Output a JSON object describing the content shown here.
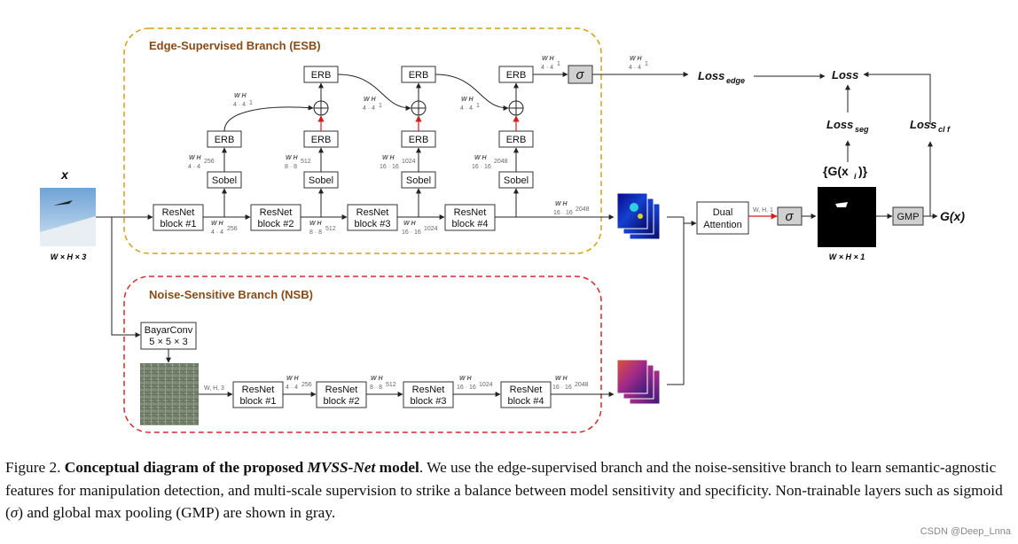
{
  "esb": {
    "title": "Edge-Supervised Branch (ESB)"
  },
  "nsb": {
    "title": "Noise-Sensitive Branch (NSB)"
  },
  "input": {
    "label": "x",
    "size_label": "W × H × 3"
  },
  "blocks": {
    "resnet_line1": "ResNet",
    "b1": "block #1",
    "b2": "block #2",
    "b3": "block #3",
    "b4": "block #4",
    "sobel": "Sobel",
    "erb": "ERB",
    "bayar_line1": "BayarConv",
    "bayar_line2": "5 × 5 × 3",
    "dual_line1": "Dual",
    "dual_line2": "Attention",
    "gmp": "GMP",
    "sigma": "σ"
  },
  "dims": {
    "wh4": "W H",
    "frac4": "4 · 4",
    "c256": "256",
    "frac8": "8 · 8",
    "c512": "512",
    "frac16": "16 · 16",
    "c1024": "1024",
    "c2048": "2048",
    "c1": "1",
    "whc3": "W, H, 3",
    "whc1": "W, H, 1"
  },
  "losses": {
    "loss": "Loss",
    "loss_base": "Loss",
    "edge": "edge",
    "seg": "seg",
    "clf": "cl f"
  },
  "outputs": {
    "gx_set": "{G(x",
    "gx_set_sub": "i",
    "gx_set_end": ")}",
    "gx": "G(x)",
    "mask_size": "W × H × 1"
  },
  "caption": {
    "prefix": "Figure 2. ",
    "bold": "Conceptual diagram of the proposed ",
    "bold_italic": "MVSS-Net",
    "bold_end": " model",
    "body1": ". We use the edge-supervised branch and the noise-sensitive branch to learn semantic-agnostic features for manipulation detection, and multi-scale supervision to strike a balance between model sensitivity and specificity. Non-trainable layers such as sigmoid (",
    "sigma": "σ",
    "body2": ") and global max pooling (GMP) are shown in gray."
  },
  "watermark": "CSDN @Deep_Lnna",
  "colors": {
    "esb_border": "#d4a017",
    "nsb_border": "#d42a2a",
    "title": "#8a4b16",
    "red_arrow": "#d21f1f",
    "gray_box": "#d0d0d0"
  }
}
